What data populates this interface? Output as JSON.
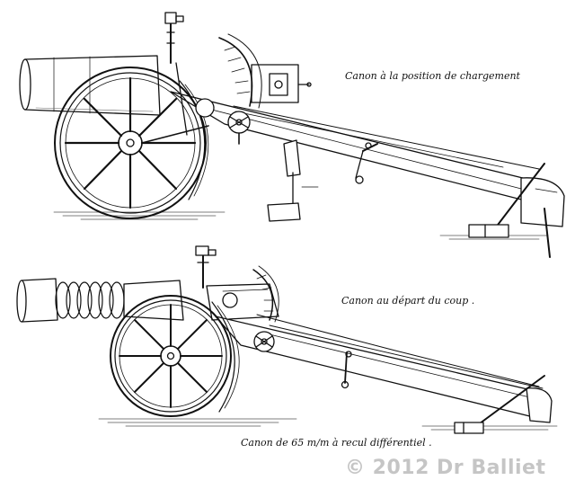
{
  "captions": {
    "top": "Canon à la position de chargement",
    "middle": "Canon au départ du coup .",
    "bottom": "Canon de 65 m/m à recul différentiel ."
  },
  "watermark": "© 2012  Dr Balliet"
}
